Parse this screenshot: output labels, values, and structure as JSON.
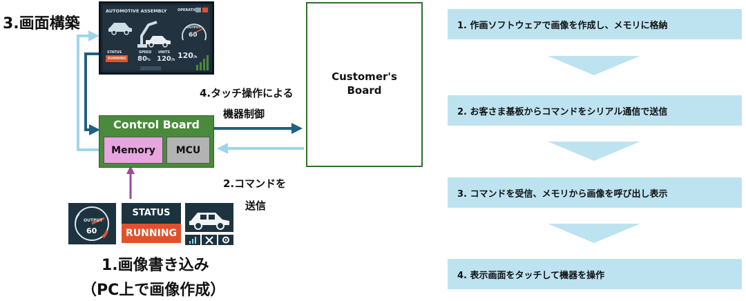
{
  "labels": {
    "screen_build": "3.画面構築",
    "touch_control_line1": "4.タッチ操作による",
    "touch_control_line2": "機器制御",
    "send_command_line1": "2.コマンドを",
    "send_command_line2": "送信",
    "image_write_line1": "1.画像書き込み",
    "image_write_line2": "（PC上で画像作成）"
  },
  "control_board": {
    "title": "Control Board",
    "memory": "Memory",
    "mcu": "MCU"
  },
  "customer_board": {
    "line1": "Customer's",
    "line2": "Board"
  },
  "lcd": {
    "title": "AUTOMOTIVE ASSEMBLY",
    "operation": "OPERATION",
    "output_label": "OUTPUT",
    "output_value": "60",
    "status_label": "STATUS",
    "status_value": "RUNNING",
    "speed_label": "SPEED",
    "speed_value": "80",
    "speed_unit": "%",
    "units_label": "UNITS",
    "units_value": "120",
    "units_unit": "/h",
    "units_big": "120",
    "units_big_unit": "/h"
  },
  "icons": {
    "gauge_label": "OUTPUT",
    "gauge_value": "60",
    "status_top": "STATUS",
    "status_bottom": "RUNNING"
  },
  "steps": [
    "1. 作画ソフトウェアで画像を作成し、メモリに格納",
    "2. お客さま基板からコマンドをシリアル通信で送信",
    "3. コマンドを受信、メモリから画像を呼び出し表示",
    "4. 表示画面をタッチして機器を操作"
  ],
  "colors": {
    "step_fill": "#bde3f1",
    "board_green": "#4a8a3c",
    "memory_pink": "#e8a6df",
    "mcu_gray": "#b3b3b3",
    "arrow_dark": "#1f5f7f",
    "arrow_light": "#9fd5ec",
    "arrow_purple": "#9a4aa0",
    "running_red": "#e2502b"
  }
}
